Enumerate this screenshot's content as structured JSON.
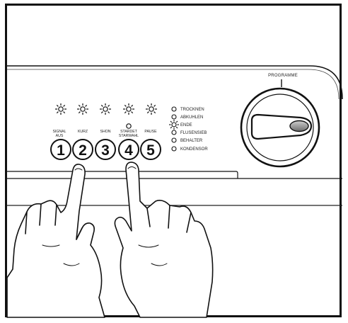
{
  "panel": {
    "buttons": [
      {
        "number": "1",
        "label": "SIGNAL AUS",
        "label_line1": "SIGNAL",
        "label_line2": "AUS"
      },
      {
        "number": "2",
        "label": "KURZ"
      },
      {
        "number": "3",
        "label": "SHON"
      },
      {
        "number": "4",
        "label": "STARDET STARWAHL",
        "label_line1": "STARDET",
        "label_line2": "STARWAHL"
      },
      {
        "number": "5",
        "label": "PAUSE"
      }
    ],
    "indicators": [
      {
        "label": "TROCKNEN"
      },
      {
        "label": "ABKUHLEN"
      },
      {
        "label": "ENDE"
      },
      {
        "label": "FLUSENSIEB"
      },
      {
        "label": "BEHALTER"
      },
      {
        "label": "KONDENSOR"
      }
    ],
    "dial_label": "PROGRAMME"
  }
}
